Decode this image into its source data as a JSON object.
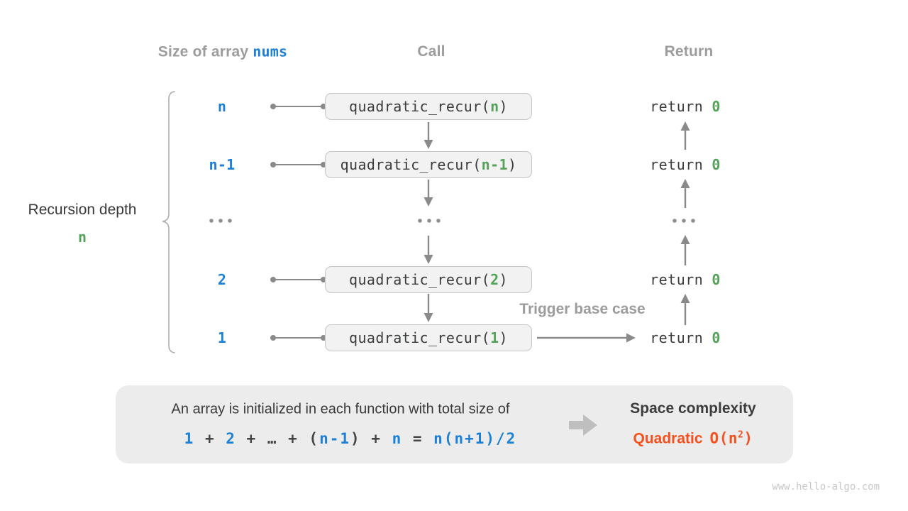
{
  "colors": {
    "blue": "#1b80d6",
    "green": "#55a35b",
    "orange": "#f4511e",
    "gray-heading": "#9c9c9c",
    "dark": "#3a3a3a",
    "code": "#3a3c3d",
    "box-bg": "#f2f2f2",
    "box-border": "#c6c6c6",
    "panel-bg": "#ececec",
    "big-arrow": "#bfbfbf",
    "watermark": "#c8c8c8"
  },
  "headers": {
    "size_label": "Size of array",
    "size_code": "nums",
    "call": "Call",
    "return": "Return"
  },
  "left_annotation": {
    "line1": "Recursion depth",
    "line2": "n"
  },
  "rows": [
    {
      "size": "n",
      "call_prefix": "quadratic_recur(",
      "param": "n",
      "call_suffix": ")",
      "ret_kw": "return",
      "ret_val": "0"
    },
    {
      "size": "n-1",
      "call_prefix": "quadratic_recur(",
      "param": "n-1",
      "call_suffix": ")",
      "ret_kw": "return",
      "ret_val": "0"
    },
    {
      "ellipsis": "..."
    },
    {
      "size": "2",
      "call_prefix": "quadratic_recur(",
      "param": "2",
      "call_suffix": ")",
      "ret_kw": "return",
      "ret_val": "0"
    },
    {
      "size": "1",
      "call_prefix": "quadratic_recur(",
      "param": "1",
      "call_suffix": ")",
      "ret_kw": "return",
      "ret_val": "0"
    }
  ],
  "trigger_label": "Trigger base case",
  "summary": {
    "line1": "An array is initialized in each function with total size of",
    "formula": {
      "segments": [
        {
          "t": "1"
        },
        {
          "t": " + "
        },
        {
          "t": "2"
        },
        {
          "t": " + … + ("
        },
        {
          "t": "n-1"
        },
        {
          "t": ") + "
        },
        {
          "t": "n"
        },
        {
          "t": " = "
        },
        {
          "t": "n(n+1)/2"
        }
      ]
    },
    "space": {
      "title": "Space complexity",
      "word": "Quadratic",
      "big_o_open": "O(n",
      "sup": "2",
      "big_o_close": ")"
    }
  },
  "watermark": "www.hello-algo.com"
}
